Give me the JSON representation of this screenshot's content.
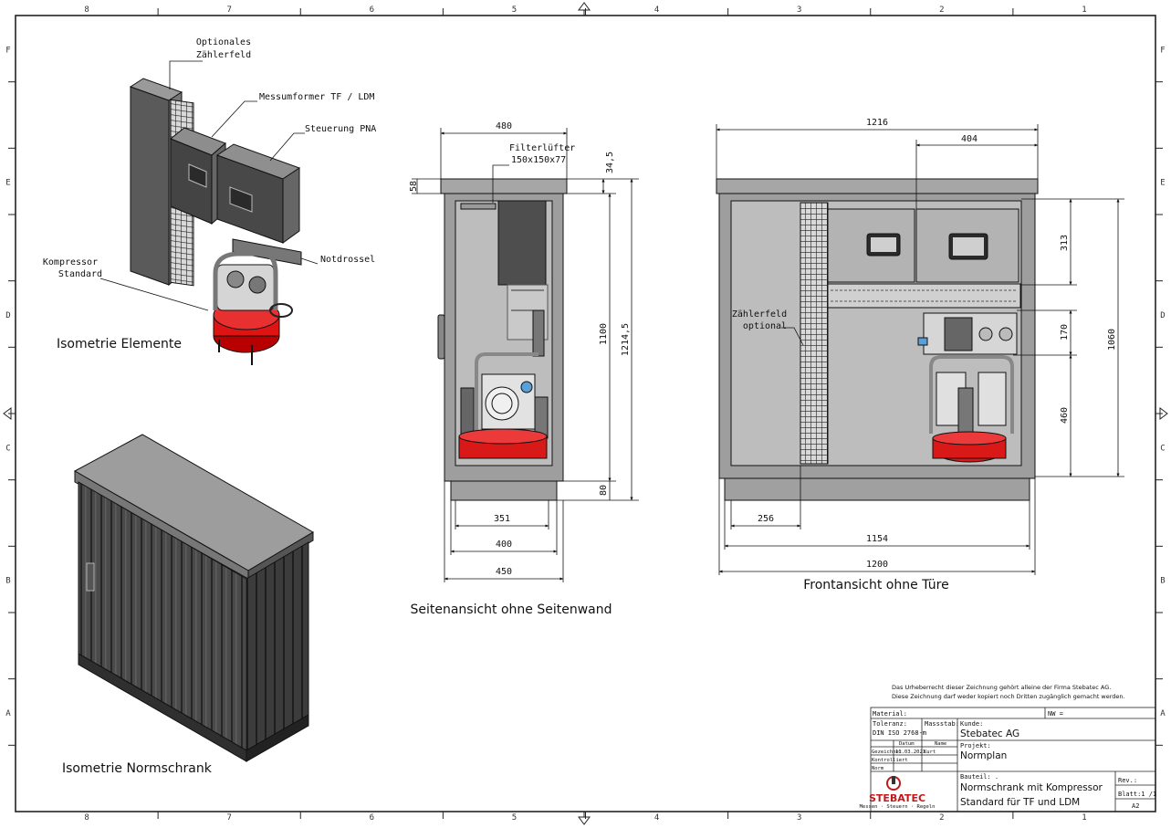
{
  "grid": {
    "columns": [
      "8",
      "7",
      "6",
      "5",
      "4",
      "3",
      "2",
      "1"
    ],
    "rows": [
      "F",
      "E",
      "D",
      "C",
      "B",
      "A"
    ]
  },
  "isometric_elements": {
    "caption": "Isometrie Elemente",
    "labels": {
      "optional_meter": "Optionales\nZählerfeld",
      "transducer": "Messumformer TF / LDM",
      "control": "Steuerung PNA",
      "compressor": "Kompressor\nStandard",
      "throttle": "Notdrossel"
    }
  },
  "isometric_cabinet": {
    "caption": "Isometrie Normschrank"
  },
  "side_view": {
    "caption": "Seitenansicht ohne Seitenwand",
    "fan_label": "Filterlüfter\n150x150x77",
    "dims": {
      "top_width": "480",
      "top_offset": "34,5",
      "roof": "58",
      "inner_height": "1100",
      "total_height": "1214,5",
      "base": "80",
      "w351": "351",
      "w400": "400",
      "w450": "450"
    }
  },
  "front_view": {
    "caption": "Frontansicht ohne Türe",
    "meter_label": "Zählerfeld\noptional",
    "dims": {
      "total_width": "1216",
      "w404": "404",
      "h313": "313",
      "h170": "170",
      "h460": "460",
      "h1060": "1060",
      "w256": "256",
      "w1154": "1154",
      "w1200": "1200"
    }
  },
  "copyright": {
    "line1": "Das Urheberrecht dieser Zeichnung gehört alleine der Firma Stebatec AG.",
    "line2": "Diese Zeichnung darf weder kopiert noch Dritten zugänglich gemacht werden."
  },
  "title_block": {
    "material_label": "Material:",
    "nw_label": "NW =",
    "tolerance_label": "Toleranz:",
    "tolerance_value": "DIN ISO 2768-m",
    "scale_label": "Massstab:",
    "customer_label": "Kunde:",
    "customer_value": "Stebatec AG",
    "project_label": "Projekt:",
    "project_value": "Normplan",
    "date_header": "Datum",
    "name_header": "Name",
    "drawn_label": "Gezeichnet",
    "drawn_date": "11.03.2021",
    "drawn_name": "Kurt",
    "checked_label": "Kontrolliert",
    "norm_label": "Norm",
    "part_label": "Bauteil: .",
    "part_value_1": "Normschrank mit Kompressor",
    "part_value_2": "Standard für TF und LDM",
    "rev_label": "Rev.:",
    "sheet_label": "Blatt:1 /1",
    "format": "A2",
    "logo_text": "STEBATEC",
    "logo_sub": "Messen · Steuern · Regeln"
  }
}
